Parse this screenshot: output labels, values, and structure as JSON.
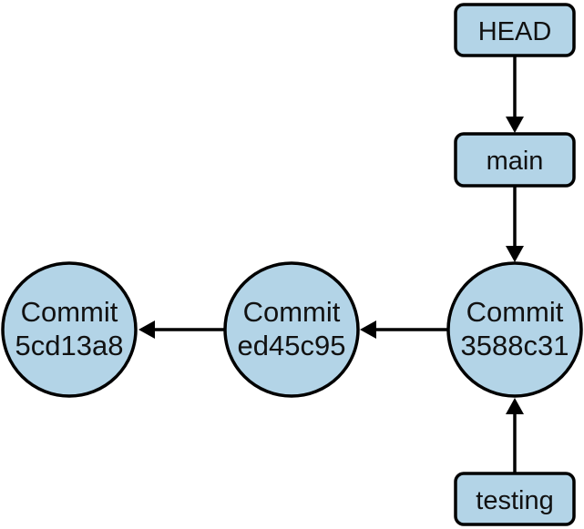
{
  "colors": {
    "node_fill": "#b3d4e7",
    "stroke": "#000000",
    "text": "#111111"
  },
  "refs": {
    "head": "HEAD",
    "main": "main",
    "testing": "testing"
  },
  "commits": [
    {
      "word": "Commit",
      "hash": "5cd13a8"
    },
    {
      "word": "Commit",
      "hash": "ed45c95"
    },
    {
      "word": "Commit",
      "hash": "3588c31"
    }
  ]
}
